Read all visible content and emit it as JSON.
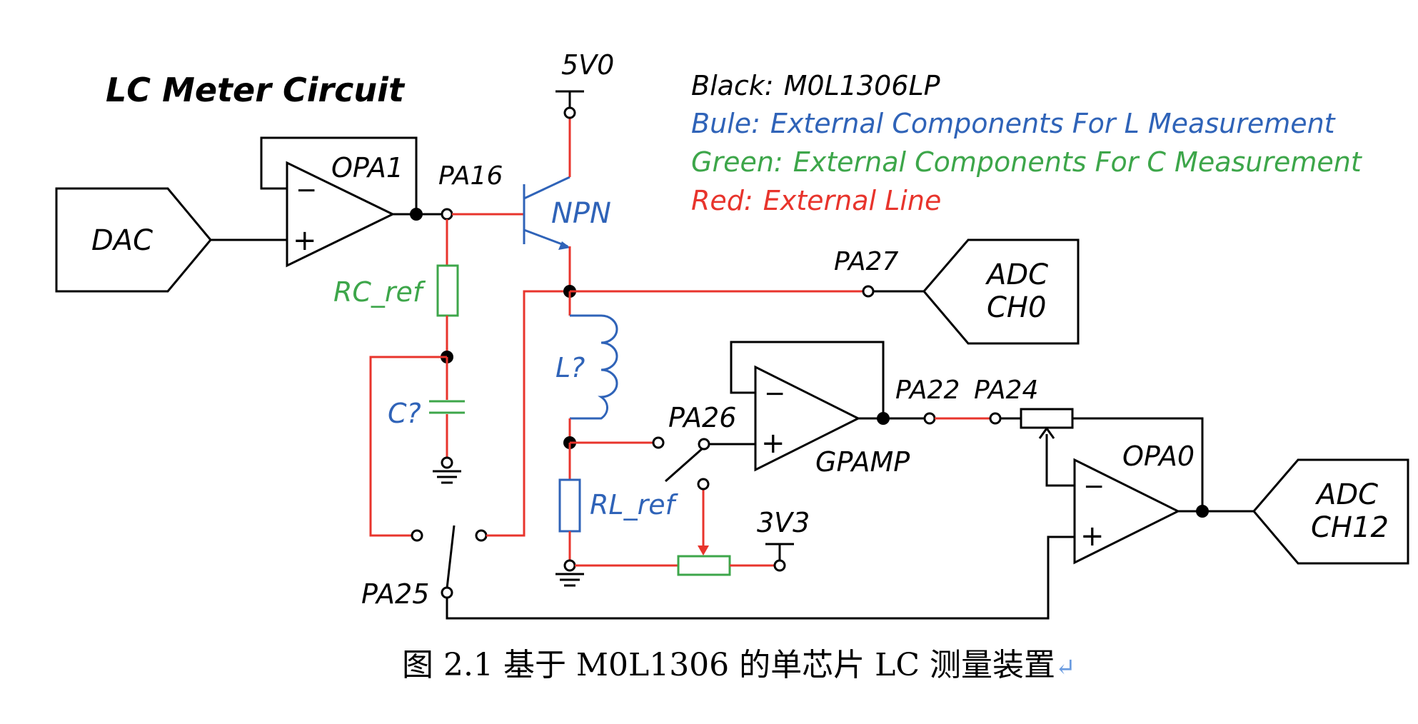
{
  "title": "LC Meter Circuit",
  "legend": [
    {
      "prefix": "Black:",
      "text": "M0L1306LP",
      "color": "#000000"
    },
    {
      "prefix": "Bule:",
      "text": "External Components For L Measurement",
      "color": "#2f63b8"
    },
    {
      "prefix": "Green:",
      "text": "External Components For C Measurement",
      "color": "#3da64a"
    },
    {
      "prefix": "Red:",
      "text": "External Line",
      "color": "#e8342c"
    }
  ],
  "blocks": {
    "dac": "DAC",
    "adc_ch0_line1": "ADC",
    "adc_ch0_line2": "CH0",
    "adc_ch12_line1": "ADC",
    "adc_ch12_line2": "CH12"
  },
  "amplifiers": {
    "opa1": "OPA1",
    "gpamp": "GPAMP",
    "opa0": "OPA0",
    "minus": "−",
    "plus": "+"
  },
  "components": {
    "npn": "NPN",
    "rc_ref": "RC_ref",
    "c_unknown": "C?",
    "l_unknown": "L?",
    "rl_ref": "RL_ref"
  },
  "power": {
    "v5": "5V0",
    "v33": "3V3"
  },
  "pins": {
    "pa16": "PA16",
    "pa27": "PA27",
    "pa26": "PA26",
    "pa22": "PA22",
    "pa24": "PA24",
    "pa25": "PA25"
  },
  "caption": "图 2.1  基于 M0L1306 的单芯片 LC 测量装置",
  "caption_mark": "↵",
  "colors": {
    "black": "#000000",
    "red": "#e8342c",
    "blue": "#2f63b8",
    "green": "#3da64a"
  }
}
